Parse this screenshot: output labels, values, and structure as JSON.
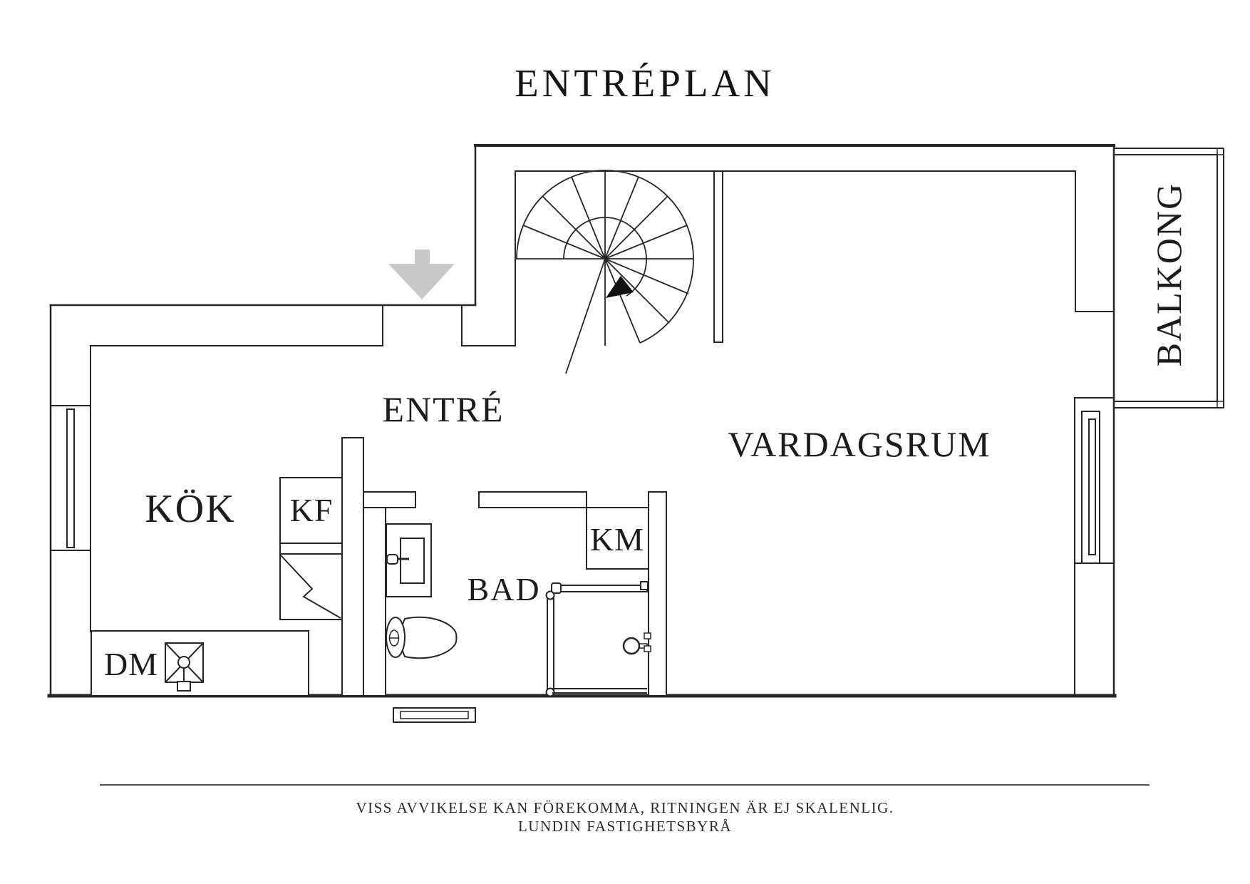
{
  "title": "ENTRÉPLAN",
  "rooms": {
    "vardagsrum": "VARDAGSRUM",
    "kok": "KÖK",
    "kf": "KF",
    "entre": "ENTRÉ",
    "bad": "BAD",
    "km": "KM",
    "dm": "DM",
    "balkong": "BALKONG"
  },
  "footer": {
    "line1": "VISS AVVIKELSE KAN FÖREKOMMA, RITNINGEN ÄR EJ SKALENLIG.",
    "line2": "LUNDIN FASTIGHETSBYRÅ"
  },
  "colors": {
    "line": "#262626",
    "entrance_arrow": "#c8c8c8"
  }
}
